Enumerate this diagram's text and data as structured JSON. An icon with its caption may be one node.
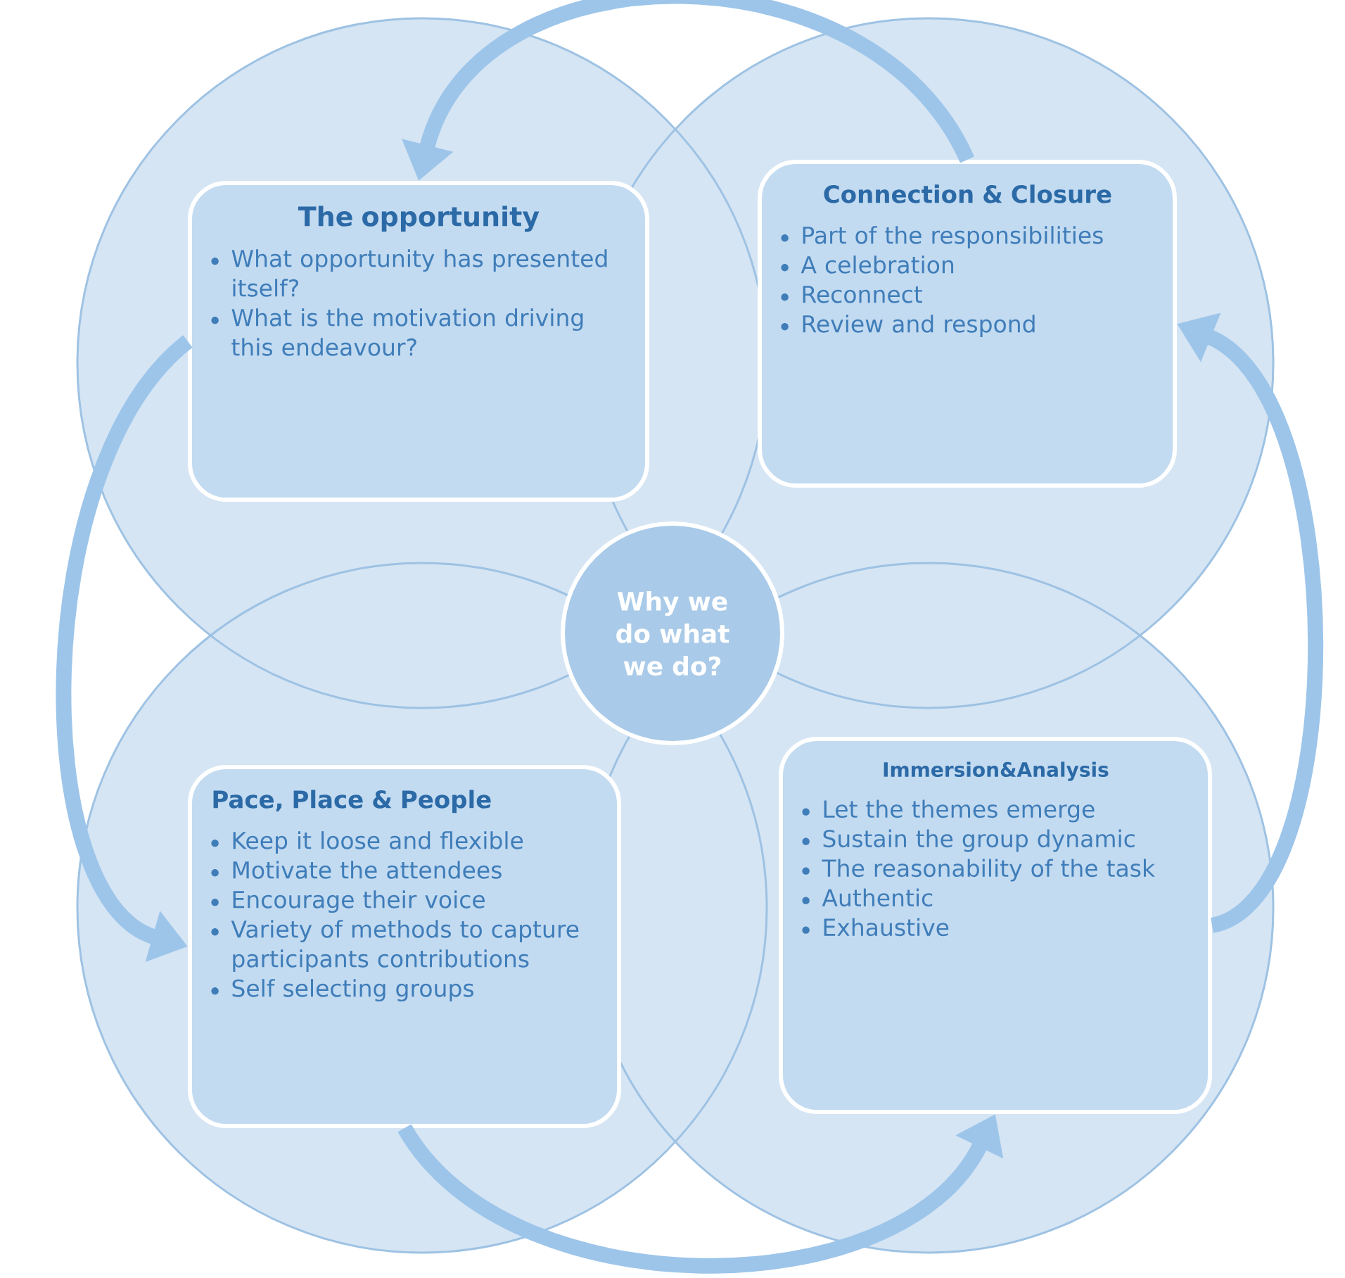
{
  "diagram": {
    "nodes": [
      {
        "text": [
          "The opportunity",
          "What opportunity has presented itself?",
          "What is the motivation driving this endeavour?"
        ]
      },
      {
        "text": [
          "Connection & Closure",
          "Part of the responsibilities",
          "A celebration",
          "Reconnect",
          "Review and respond"
        ]
      },
      {
        "text": [
          "Why we do what we do?"
        ]
      },
      {
        "text": [
          "Pace, Place & People",
          "Keep it loose and flexible",
          "Motivate the attendees",
          "Encourage their voice",
          "Variety of methods to capture participants contributions",
          "Self selecting groups"
        ]
      },
      {
        "text": [
          "Immersion&Analysis",
          "Let the themes emerge",
          "Sustain the group dynamic",
          "The reasonability of the task",
          "Authentic",
          "Exhaustive"
        ]
      }
    ],
    "edges": [
      {
        "from": 0,
        "to": 3,
        "arrow": "to"
      },
      {
        "from": 3,
        "to": 4,
        "arrow": "to"
      },
      {
        "from": 4,
        "to": 1,
        "arrow": "to"
      },
      {
        "from": 1,
        "to": 0,
        "arrow": "to"
      }
    ]
  }
}
